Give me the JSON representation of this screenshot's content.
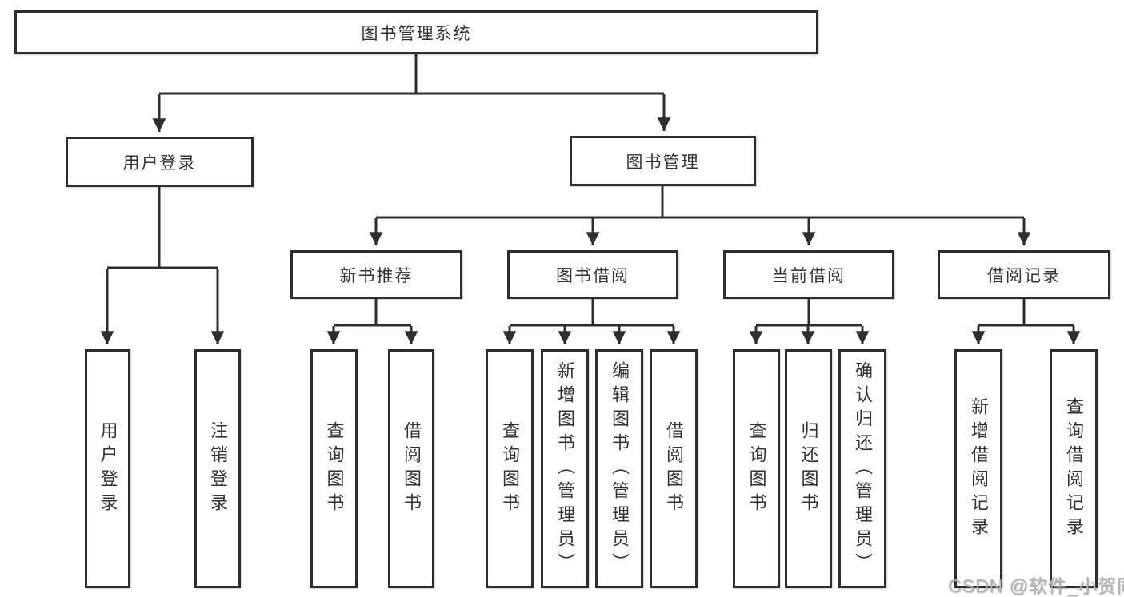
{
  "diagram": {
    "title": "图书管理系统",
    "branches": [
      {
        "label": "用户登录",
        "children": [
          {
            "label": "用户登录"
          },
          {
            "label": "注销登录"
          }
        ]
      },
      {
        "label": "图书管理",
        "children": [
          {
            "label": "新书推荐",
            "children": [
              {
                "label": "查询图书"
              },
              {
                "label": "借阅图书"
              }
            ]
          },
          {
            "label": "图书借阅",
            "children": [
              {
                "label": "查询图书"
              },
              {
                "label": "新增图书（管理员）"
              },
              {
                "label": "编辑图书（管理员）"
              },
              {
                "label": "借阅图书"
              }
            ]
          },
          {
            "label": "当前借阅",
            "children": [
              {
                "label": "查询图书"
              },
              {
                "label": "归还图书"
              },
              {
                "label": "确认归还（管理员）"
              }
            ]
          },
          {
            "label": "借阅记录",
            "children": [
              {
                "label": "新增借阅记录"
              },
              {
                "label": "查询借阅记录"
              }
            ]
          }
        ]
      }
    ]
  },
  "watermark": {
    "text": "CSDN @软件_小贺同学"
  },
  "colors": {
    "line": "#2e2e2e",
    "box_border": "#2e2e2e",
    "box_fill": "#ffffff",
    "text": "#333333",
    "watermark": "#b5b5b5"
  }
}
